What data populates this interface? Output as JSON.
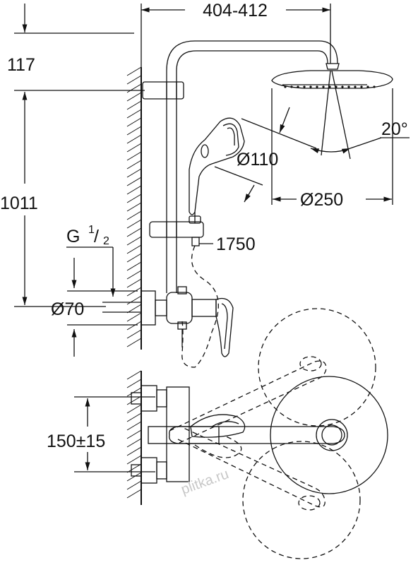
{
  "dimensions": {
    "head_span": "404-412",
    "top_offset": "117",
    "total_height": "1011",
    "thread": "G",
    "thread_num": "1",
    "thread_den": "2",
    "handset_dia": "Ø110",
    "tilt_angle": "20°",
    "head_dia": "Ø250",
    "hose_length": "1750",
    "inlet_dia": "Ø70",
    "center_distance": "150±15"
  },
  "watermark": "plitka.ru"
}
